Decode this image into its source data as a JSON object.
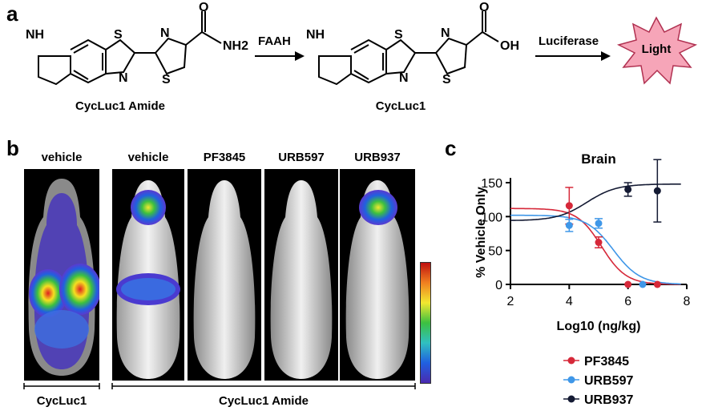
{
  "panels": {
    "a": "a",
    "b": "b",
    "c": "c"
  },
  "scheme": {
    "compound1": "CycLuc1 Amide",
    "compound2": "CycLuc1",
    "enzyme1": "FAAH",
    "enzyme2": "Luciferase",
    "product": "Light",
    "atoms": {
      "nh": "NH",
      "n": "N",
      "s": "S",
      "o": "O",
      "nh2": "NH2",
      "oh": "OH"
    }
  },
  "imaging": {
    "columns": [
      "vehicle",
      "vehicle",
      "PF3845",
      "URB597",
      "URB937"
    ],
    "group1_label": "CycLuc1",
    "group2_label": "CycLuc1 Amide"
  },
  "colors": {
    "PF3845": "#d62839",
    "URB597": "#3f97e8",
    "URB937": "#141a33"
  },
  "chart_data": {
    "type": "scatter",
    "title": "Brain",
    "xlabel": "Log10 (ng/kg)",
    "ylabel": "% Vehicle Only",
    "xlim": [
      2,
      8
    ],
    "ylim": [
      0,
      150
    ],
    "xticks": [
      2,
      4,
      6,
      8
    ],
    "yticks": [
      0,
      50,
      100,
      150
    ],
    "legend_position": "below",
    "series": [
      {
        "name": "PF3845",
        "x": [
          4,
          5,
          6,
          7
        ],
        "y": [
          116,
          62,
          0,
          0
        ],
        "err": [
          27,
          8,
          0,
          0
        ]
      },
      {
        "name": "URB597",
        "x": [
          4,
          5,
          6.5
        ],
        "y": [
          87,
          90,
          0
        ],
        "err": [
          9,
          7,
          0
        ]
      },
      {
        "name": "URB937",
        "x": [
          6,
          7
        ],
        "y": [
          140,
          138
        ],
        "err": [
          10,
          46
        ]
      }
    ]
  }
}
